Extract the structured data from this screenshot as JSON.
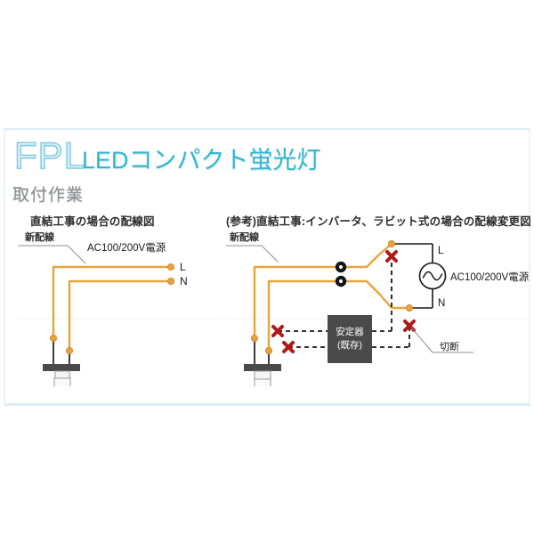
{
  "brand": {
    "logo_text": "FPL",
    "logo_subtitle": "LEDコンパクト蛍光灯",
    "logo_stroke_color": "#7ec8e3",
    "subtitle_color": "#35b6cf"
  },
  "section": {
    "title": "取付作業",
    "title_color": "#8a8f92"
  },
  "diagrams": [
    {
      "id": "direct-wiring",
      "heading": "直結工事の場合の配線図",
      "labels": {
        "new_wiring": "新配線",
        "power_source": "AC100/200V電源",
        "terminal_l": "L",
        "terminal_n": "N"
      }
    },
    {
      "id": "inverter-rapid-rewire",
      "heading": "(参考)直結工事:インバータ、ラビット式の場合の配線変更図",
      "labels": {
        "new_wiring": "新配線",
        "power_source": "AC100/200V電源",
        "terminal_l": "L",
        "terminal_n": "N",
        "ballast_line1": "安定器",
        "ballast_line2": "(既存)",
        "cut": "切断"
      }
    }
  ],
  "colors": {
    "wire_new": "#e8a33d",
    "wire_existing": "#1a1a1a",
    "cut_mark": "#b01818",
    "ballast_fill": "#4a4a4a",
    "lamp_base": "#4a4a4a",
    "lamp_tube": "#f2f2f2",
    "panel_border": "#d8edf8",
    "background": "#ffffff"
  }
}
